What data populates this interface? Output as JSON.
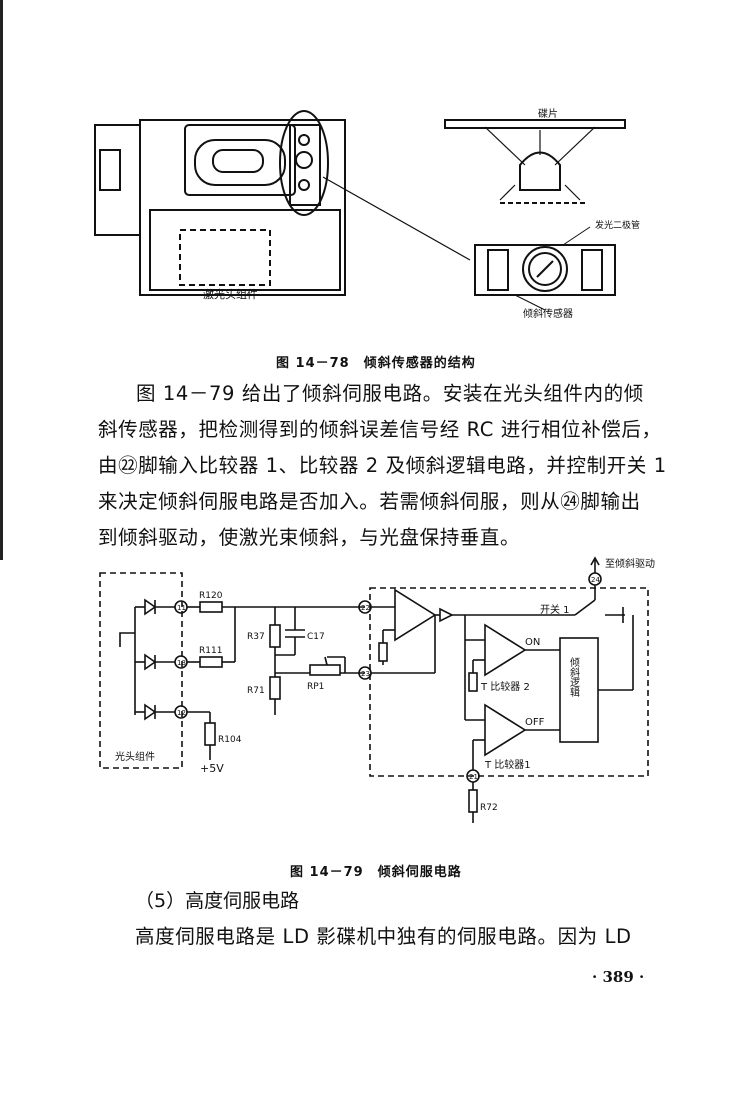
{
  "figure1": {
    "label_disc": "碟片",
    "label_photodiode": "发光二极管",
    "label_tilt_sensor": "倾斜传感器",
    "label_laser_head": "激光头组件",
    "caption": "图 14－78　倾斜传感器的结构"
  },
  "paragraph": {
    "lines": [
      "图 14－79 给出了倾斜伺服电路。安装在光头组件内的倾",
      "斜传感器，把检测得到的倾斜误差信号经 RC 进行相位补偿后，",
      "由㉒脚输入比较器 1、比较器 2 及倾斜逻辑电路，并控制开关 1",
      "来决定倾斜伺服电路是否加入。若需倾斜伺服，则从㉔脚输出",
      "到倾斜驱动，使激光束倾斜，与光盘保持垂直。"
    ]
  },
  "figure2": {
    "label_to_drive": "至倾斜驱动",
    "label_switch1": "开关 1",
    "label_on": "ON",
    "label_off": "OFF",
    "label_comp2": "T 比较器 2",
    "label_comp1": "T 比较器1",
    "label_logic": "倾斜逻辑",
    "label_optical_assembly": "光头组件",
    "label_5v": "+5V",
    "r120": "R120",
    "r111": "R111",
    "r104": "R104",
    "r37": "R37",
    "r71": "R71",
    "r72": "R72",
    "c17": "C17",
    "rp1": "RP1",
    "pin11": "11",
    "pin13": "13",
    "pin12": "12",
    "pin22": "22",
    "pin23": "23",
    "pin24": "24",
    "pin21": "21",
    "caption": "图 14－79　倾斜伺服电路"
  },
  "section": {
    "heading": "（5）高度伺服电路",
    "line": "高度伺服电路是 LD 影碟机中独有的伺服电路。因为 LD"
  },
  "page_number": "· 389 ·"
}
